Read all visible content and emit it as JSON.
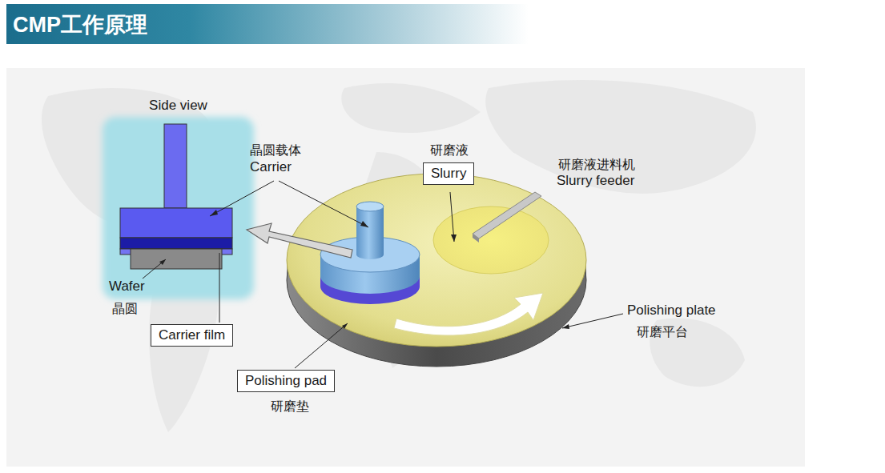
{
  "diagram": {
    "title": "CMP工作原理",
    "nodes": [
      {
        "text": [
          "Side view"
        ]
      },
      {
        "text": [
          "研磨液",
          "Slurry"
        ]
      },
      {
        "text": [
          "Carrier film"
        ]
      },
      {
        "text": [
          "Polishing pad",
          "研磨垫"
        ]
      }
    ],
    "labels": [
      "晶圆载体",
      "Carrier",
      "研磨液进料机",
      "Slurry feeder",
      "Wafer",
      "晶圆",
      "Polishing plate",
      "研磨平台"
    ]
  }
}
